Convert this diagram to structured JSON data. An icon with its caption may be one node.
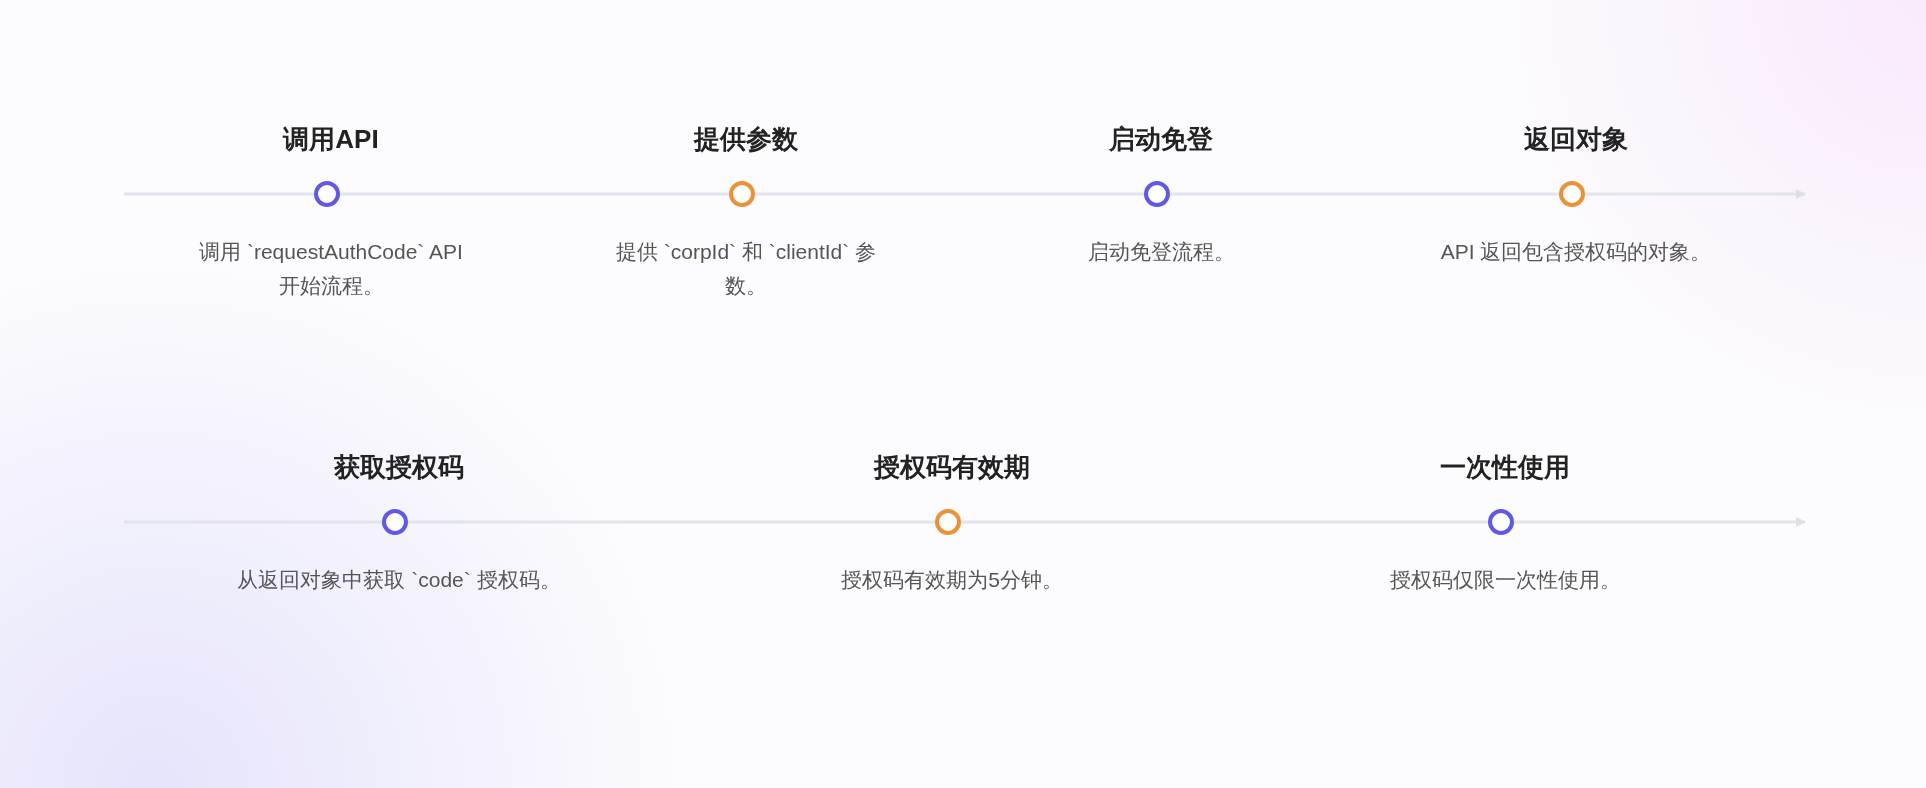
{
  "diagram": {
    "nodes": [
      {
        "text": [
          "调用API",
          "调用 `requestAuthCode` API 开始流程。"
        ]
      },
      {
        "text": [
          "提供参数",
          "提供 `corpId` 和 `clientId` 参数。"
        ]
      },
      {
        "text": [
          "启动免登",
          "启动免登流程。"
        ]
      },
      {
        "text": [
          "返回对象",
          "API 返回包含授权码的对象。"
        ]
      },
      {
        "text": [
          "获取授权码",
          "从返回对象中获取 `code` 授权码。"
        ]
      },
      {
        "text": [
          "授权码有效期",
          "授权码有效期为5分钟。"
        ]
      },
      {
        "text": [
          "一次性使用",
          "授权码仅限一次性使用。"
        ]
      }
    ],
    "edges": [
      {
        "from": null,
        "to": 0,
        "arrow": "none"
      },
      {
        "from": 0,
        "to": 1,
        "arrow": "none"
      },
      {
        "from": 1,
        "to": 2,
        "arrow": "none"
      },
      {
        "from": 2,
        "to": 3,
        "arrow": "none"
      },
      {
        "from": 3,
        "to": null,
        "arrow": "to"
      },
      {
        "from": null,
        "to": 4,
        "arrow": "none"
      },
      {
        "from": 4,
        "to": 5,
        "arrow": "none"
      },
      {
        "from": 5,
        "to": 6,
        "arrow": "none"
      },
      {
        "from": 6,
        "to": null,
        "arrow": "to"
      }
    ]
  }
}
